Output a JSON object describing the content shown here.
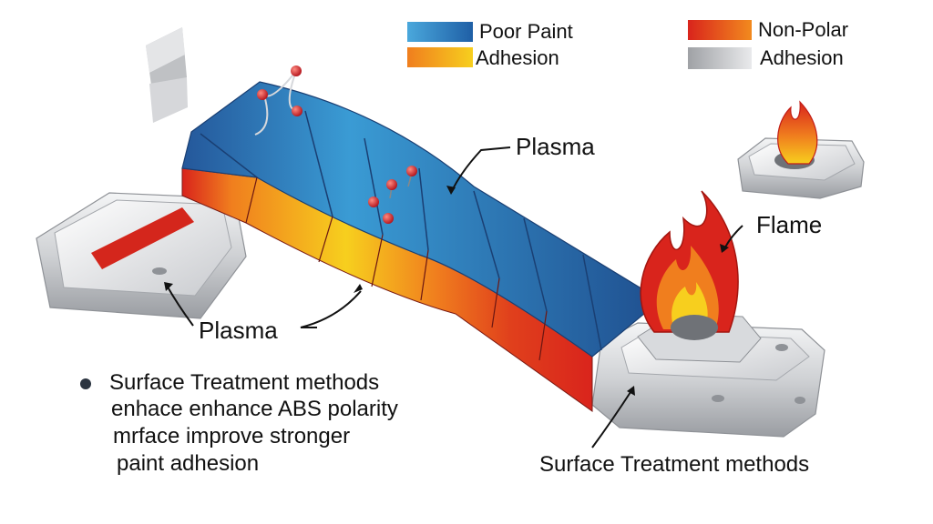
{
  "legend": {
    "left": {
      "items": [
        {
          "label": "Poor Paint",
          "gradient": [
            "#4aa8dc",
            "#1f5fa6"
          ]
        },
        {
          "label": "Adhesion",
          "gradient": [
            "#f07e1e",
            "#f7cf1e"
          ]
        }
      ]
    },
    "right": {
      "items": [
        {
          "label": "Non-Polar",
          "gradient": [
            "#d9241c",
            "#f28a1e"
          ]
        },
        {
          "label": "Adhesion",
          "gradient": [
            "#9fa1a5",
            "#e9eaec"
          ]
        }
      ]
    }
  },
  "labels": {
    "plasma_top": "Plasma",
    "plasma_left": "Plasma",
    "flame": "Flame",
    "bottom_right": "Surface Treatment methods"
  },
  "note": {
    "lines": [
      "Surface Treatment methods",
      "enhace enhance ABS polarity",
      "mrface improve stronger",
      "paint adhesion"
    ]
  },
  "colors": {
    "strip_blue_dark": "#1f4f8f",
    "strip_blue_light": "#3a9bd4",
    "strip_orange": "#f07e1e",
    "strip_yellow": "#f7cf1e",
    "strip_red": "#d9241c",
    "metal": "#cfd1d4",
    "bullet": "#2b3440"
  }
}
